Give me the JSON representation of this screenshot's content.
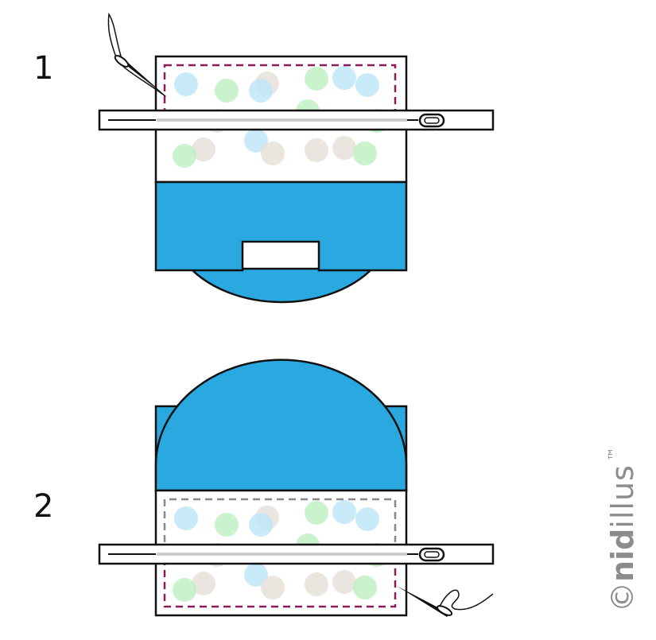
{
  "steps": {
    "first": "1",
    "second": "2"
  },
  "watermark": {
    "copyright": "©",
    "brand_bold": "nid",
    "brand_light": "illus",
    "trademark": "™"
  },
  "colors": {
    "fabric_blue": "#2aa8e0",
    "outline": "#111111",
    "stitch_purple": "#8c1a5c",
    "stitch_gray": "#888888",
    "dot_blue": "#bfe6f7",
    "dot_green": "#bff0c4",
    "dot_beige": "#e8e0da",
    "zipper_tape": "#cccccc",
    "watermark": "#8c8c8c"
  },
  "icons": [
    "needle-icon",
    "thread-icon",
    "zipper-pull-icon"
  ]
}
